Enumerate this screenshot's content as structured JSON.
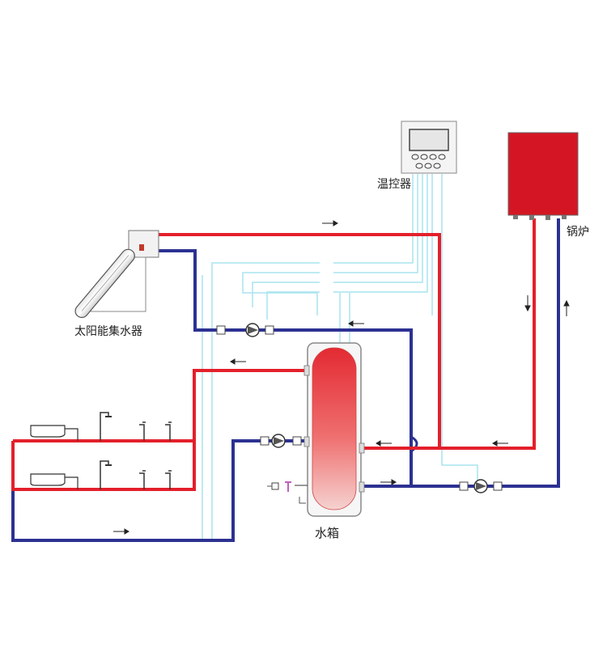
{
  "labels": {
    "thermostat": "温控器",
    "solar_collector": "太阳能集水器",
    "boiler": "锅炉",
    "water_tank": "水箱"
  },
  "colors": {
    "hot_pipe": "#e3202b",
    "cold_pipe": "#2c3192",
    "signal_wire": "#a9e4ef",
    "boiler_body": "#d41624",
    "tank_top": "#e32a32",
    "tank_bottom": "#f3c7c5",
    "line": "#333333"
  }
}
